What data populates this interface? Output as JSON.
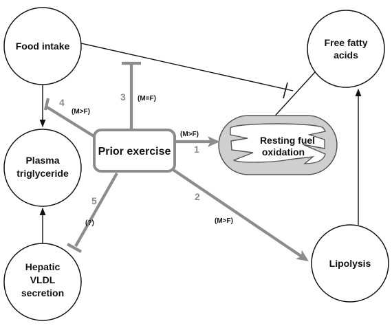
{
  "nodes": {
    "food_intake": "Food intake",
    "free_fatty_acids": [
      "Free fatty",
      "acids"
    ],
    "plasma_triglyceride": [
      "Plasma",
      "triglyceride"
    ],
    "hepatic_vldl_secretion": [
      "Hepatic",
      "VLDL",
      "secretion"
    ],
    "lipolysis": "Lipolysis",
    "prior_exercise": "Prior exercise",
    "resting_fuel_oxidation": [
      "Resting fuel",
      "oxidation"
    ]
  },
  "edges": [
    {
      "number": "1",
      "tag": "(M>F)"
    },
    {
      "number": "2",
      "tag": "(M>F)"
    },
    {
      "number": "3",
      "tag": "(M=F)"
    },
    {
      "number": "4",
      "tag": "(M>F)"
    },
    {
      "number": "5",
      "tag": "(?)"
    }
  ],
  "colors": {
    "effect_line": "#8c8c8c",
    "effect_number": "#8c8c8c",
    "thin_line": "#111111",
    "mito_fill": "#cfcfcf"
  }
}
